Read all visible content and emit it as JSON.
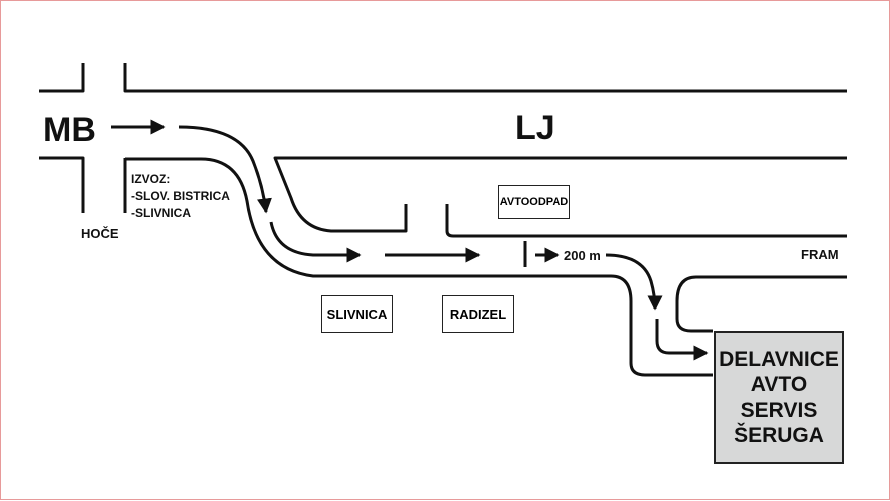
{
  "colors": {
    "road": "#111111",
    "destination_fill": "#d7d8d8",
    "frame": "#e79a9a"
  },
  "labels": {
    "mb": "MB",
    "lj": "LJ",
    "hoce": "HOČE",
    "fram": "FRAM",
    "exit_title": "IZVOZ:",
    "exit_1": "-SLOV. BISTRICA",
    "exit_2": "-SLIVNICA",
    "distance": "200 m"
  },
  "landmarks": {
    "avtoodpad": "AVTOODPAD",
    "slivnica": "SLIVNICA",
    "radizel": "RADIZEL"
  },
  "destination": {
    "line1": "DELAVNICE",
    "line2": "AVTO",
    "line3": "SERVIS",
    "line4": "ŠERUGA"
  }
}
